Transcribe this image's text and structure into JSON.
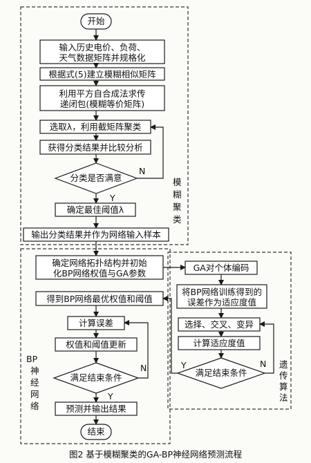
{
  "caption": "图2 基于模糊聚类的GA-BP神经网络预测流程",
  "regions": {
    "fuzzy": "模糊聚类",
    "bp": "BP神经网络",
    "ga": "遗传算法"
  },
  "nodes": {
    "start": "开始",
    "input_1": "输入历史电价、负荷、",
    "input_2": "天气数据矩阵并规格化",
    "similar": "根据式(5)建立模糊相似矩阵",
    "closure_1": "利用平方自合成法求传",
    "closure_2": "递闭包(模糊等价矩阵)",
    "select": "选取λ，利用截矩阵聚类",
    "classify": "获得分类结果并比较分析",
    "satisfied": "分类是否满意",
    "best_lambda": "确定最佳阈值λ",
    "output_samples": "输出分类结果并作为网络输入样本",
    "init_1": "确定网络拓扑结构并初始",
    "init_2": "化BP网络权值与GA参数",
    "optimal": "得到BP网络最优权值和阈值",
    "compute_error": "计算误差",
    "update": "权值和阈值更新",
    "end_cond_bp": "满足结束条件",
    "predict": "预测并输出结果",
    "end": "结束",
    "ga_encode": "GA对个体编码",
    "fitness_1": "将BP网络训练得到的",
    "fitness_2": "误差作为适应度值",
    "ga_ops": "选择、交叉、变异",
    "ga_fitness": "计算适应度值",
    "end_cond_ga": "满足结束条件"
  },
  "branch_labels": {
    "yes": "Y",
    "no": "N"
  }
}
